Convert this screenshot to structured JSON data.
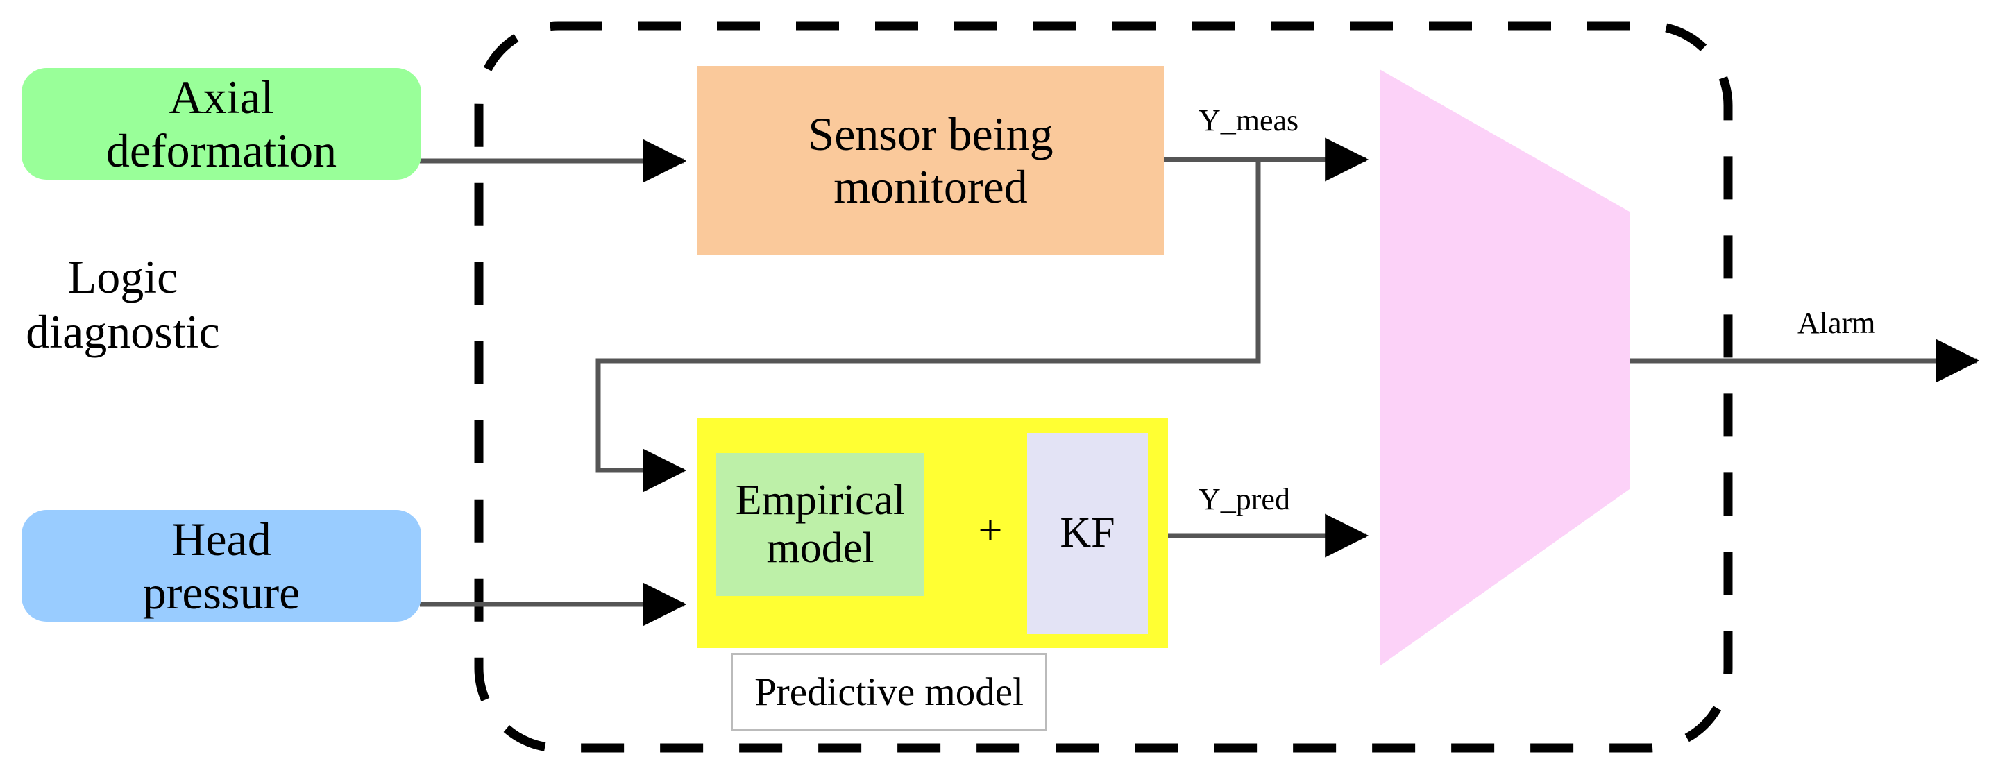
{
  "diagram": {
    "title": "Sensor fault detection block diagram",
    "outer_boundary": {
      "name": "dashed-system-boundary",
      "style": "dashed",
      "color": "#000000"
    },
    "inputs": [
      {
        "id": "axial-deformation",
        "label": "Axial\ndeformation",
        "label_line1": "Axial",
        "label_line2": "deformation",
        "color": "#99FF99"
      },
      {
        "id": "head-pressure",
        "label": "Head\npressure",
        "label_line1": "Head",
        "label_line2": "pressure",
        "color": "#99CCFF"
      }
    ],
    "blocks": {
      "sensor": {
        "label_line1": "Sensor being",
        "label_line2": "monitored",
        "color": "#FAC99B"
      },
      "predictive_group": {
        "color": "#FFFF33",
        "caption": "Predictive model"
      },
      "empirical_model": {
        "label_line1": "Empirical",
        "label_line2": "model",
        "color": "#BDF0A8"
      },
      "combiner": {
        "symbol": "+"
      },
      "kalman_filter": {
        "label": "KF",
        "color": "#E3E3F5"
      },
      "logic": {
        "label_line1": "Logic",
        "label_line2": "diagnostic",
        "color": "#FCD2F8"
      }
    },
    "signals": {
      "y_meas": "Y_meas",
      "y_pred": "Y_pred",
      "alarm": "Alarm"
    }
  }
}
